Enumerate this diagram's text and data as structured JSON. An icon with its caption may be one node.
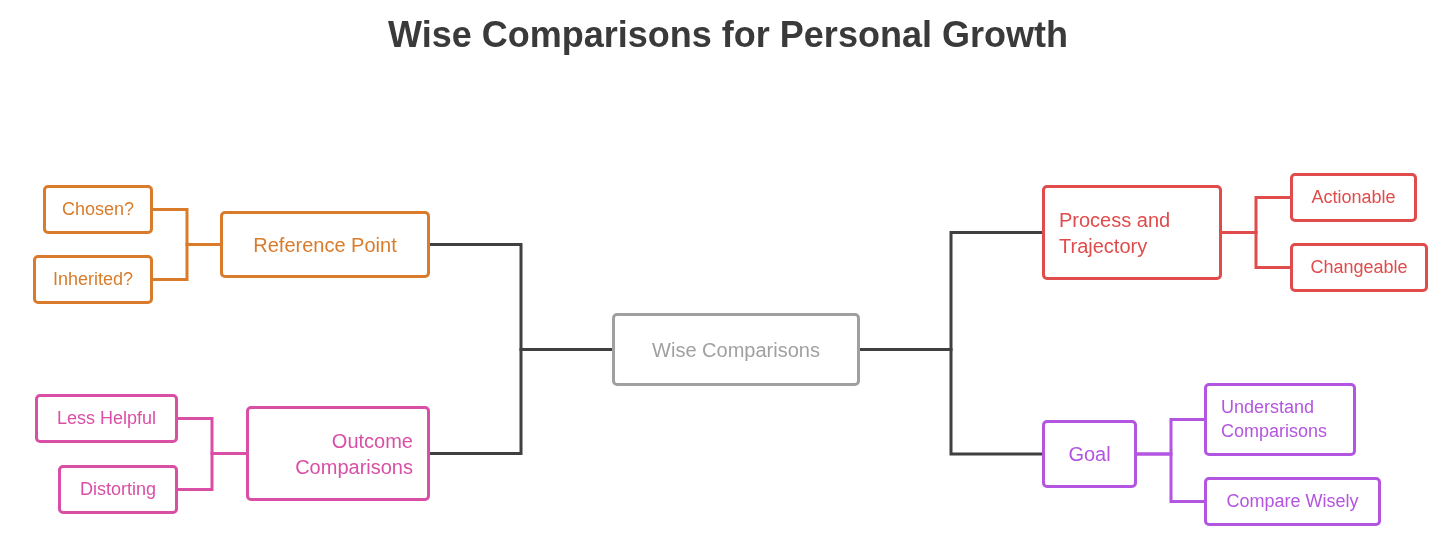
{
  "diagram": {
    "title": "Wise Comparisons for Personal Growth",
    "nodes": [
      {
        "text": [
          "Wise Comparisons"
        ]
      },
      {
        "text": [
          "Reference Point"
        ]
      },
      {
        "text": [
          "Chosen?"
        ]
      },
      {
        "text": [
          "Inherited?"
        ]
      },
      {
        "text": [
          "Outcome Comparisons"
        ]
      },
      {
        "text": [
          "Less Helpful"
        ]
      },
      {
        "text": [
          "Distorting"
        ]
      },
      {
        "text": [
          "Process and Trajectory"
        ]
      },
      {
        "text": [
          "Actionable"
        ]
      },
      {
        "text": [
          "Changeable"
        ]
      },
      {
        "text": [
          "Goal"
        ]
      },
      {
        "text": [
          "Understand Comparisons"
        ]
      },
      {
        "text": [
          "Compare Wisely"
        ]
      }
    ],
    "edges": [
      {
        "from": 0,
        "to": 1,
        "arrow": "none",
        "color": "#404040"
      },
      {
        "from": 0,
        "to": 4,
        "arrow": "none",
        "color": "#404040"
      },
      {
        "from": 0,
        "to": 7,
        "arrow": "none",
        "color": "#404040"
      },
      {
        "from": 0,
        "to": 10,
        "arrow": "none",
        "color": "#404040"
      },
      {
        "from": 1,
        "to": 2,
        "arrow": "none",
        "color": "#d97b2b"
      },
      {
        "from": 1,
        "to": 3,
        "arrow": "none",
        "color": "#d97b2b"
      },
      {
        "from": 4,
        "to": 5,
        "arrow": "none",
        "color": "#d94fa5"
      },
      {
        "from": 4,
        "to": 6,
        "arrow": "none",
        "color": "#d94fa5"
      },
      {
        "from": 7,
        "to": 8,
        "arrow": "none",
        "color": "#e04b4b"
      },
      {
        "from": 7,
        "to": 9,
        "arrow": "none",
        "color": "#e04b4b"
      },
      {
        "from": 10,
        "to": 11,
        "arrow": "none",
        "color": "#b355e0"
      },
      {
        "from": 10,
        "to": 12,
        "arrow": "none",
        "color": "#b355e0"
      }
    ]
  }
}
